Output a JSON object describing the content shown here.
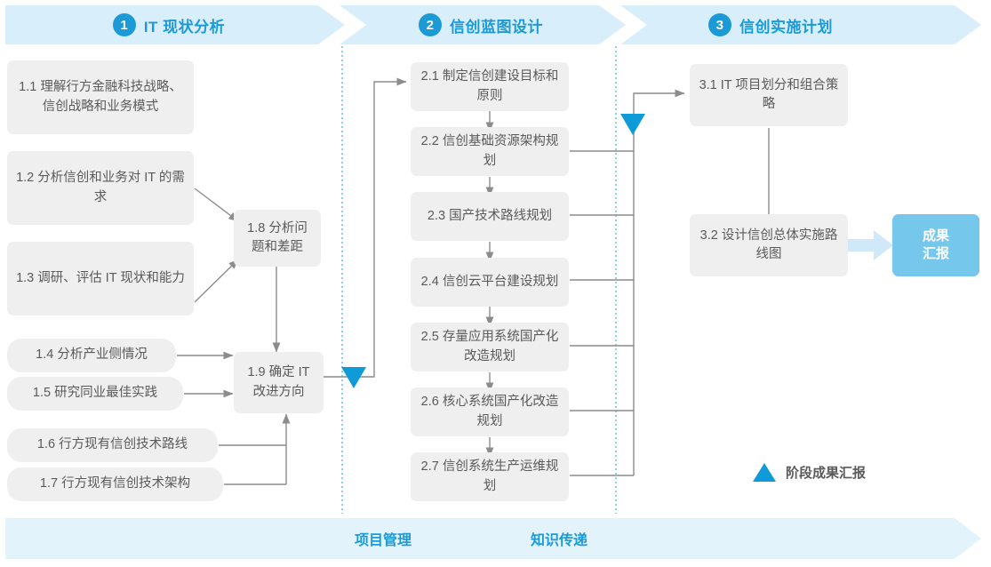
{
  "stages": [
    {
      "num": "1",
      "title": "IT 现状分析"
    },
    {
      "num": "2",
      "title": "信创蓝图设计"
    },
    {
      "num": "3",
      "title": "信创实施计划"
    }
  ],
  "stage1_boxes": [
    {
      "id": "1.1",
      "text": "1.1 理解行方金融科技战略、信创战略和业务模式"
    },
    {
      "id": "1.2",
      "text": "1.2 分析信创和业务对 IT 的需求"
    },
    {
      "id": "1.3",
      "text": "1.3 调研、评估 IT 现状和能力"
    },
    {
      "id": "1.4",
      "text": "1.4 分析产业侧情况"
    },
    {
      "id": "1.5",
      "text": "1.5 研究同业最佳实践"
    },
    {
      "id": "1.6",
      "text": "1.6 行方现有信创技术路线"
    },
    {
      "id": "1.7",
      "text": "1.7 行方现有信创技术架构"
    },
    {
      "id": "1.8",
      "text": "1.8 分析问题和差距"
    },
    {
      "id": "1.9",
      "text": "1.9 确定 IT 改进方向"
    }
  ],
  "stage2_boxes": [
    {
      "id": "2.1",
      "text": "2.1 制定信创建设目标和原则"
    },
    {
      "id": "2.2",
      "text": "2.2 信创基础资源架构规划"
    },
    {
      "id": "2.3",
      "text": "2.3 国产技术路线规划"
    },
    {
      "id": "2.4",
      "text": "2.4 信创云平台建设规划"
    },
    {
      "id": "2.5",
      "text": "2.5 存量应用系统国产化改造规划"
    },
    {
      "id": "2.6",
      "text": "2.6 核心系统国产化改造规划"
    },
    {
      "id": "2.7",
      "text": "2.7 信创系统生产运维规划"
    }
  ],
  "stage3_boxes": [
    {
      "id": "3.1",
      "text": "3.1 IT 项目划分和组合策略"
    },
    {
      "id": "3.2",
      "text": "3.2 设计信创总体实施路线图"
    }
  ],
  "result": {
    "line1": "成果",
    "line2": "汇报"
  },
  "legend": {
    "label": "阶段成果汇报"
  },
  "bottom": {
    "labels": [
      "项目管理",
      "知识传递"
    ]
  },
  "colors": {
    "brand_blue": "#1b9ad6",
    "band_fill": "#d9eefb",
    "bottom_band_fill": "#e3f3fc",
    "box_fill": "#efefef",
    "box_text": "#5a5a5a",
    "result_fill": "#76c7ec",
    "wire": "#8c8c8c",
    "divider": "#49b6e0"
  }
}
